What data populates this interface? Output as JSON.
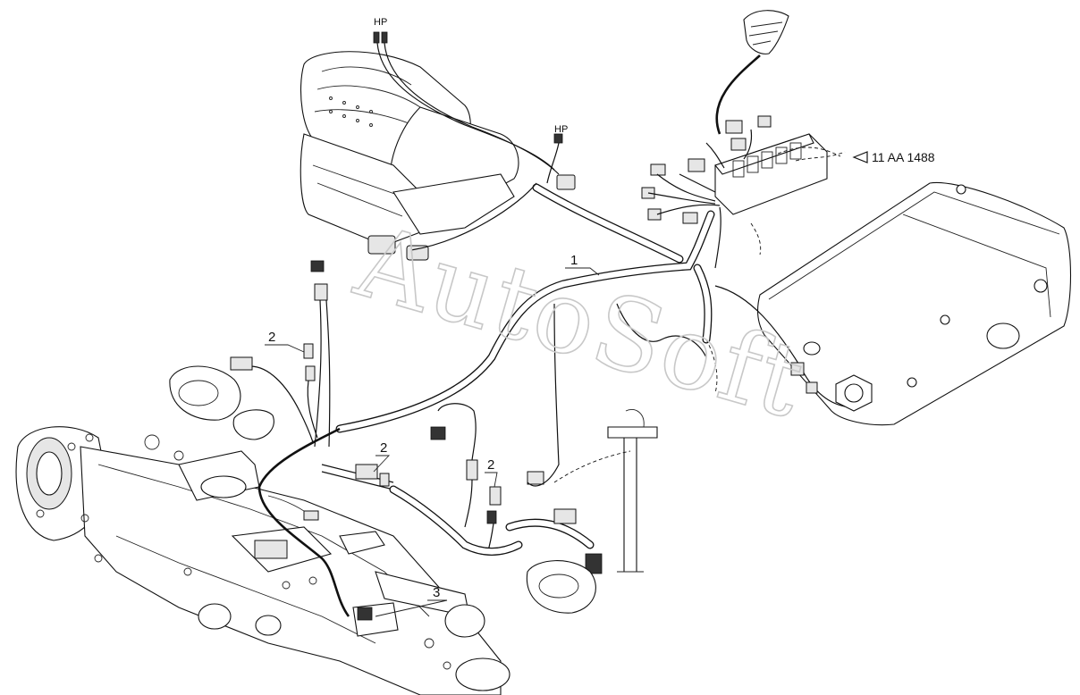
{
  "labels": {
    "hp_top": "HP",
    "hp_mid": "HP",
    "reference": "11 AA 1488",
    "callout_1": "1",
    "callout_2a": "2",
    "callout_2b": "2",
    "callout_2c": "2",
    "callout_3": "3"
  },
  "watermark": "AutoSoft"
}
